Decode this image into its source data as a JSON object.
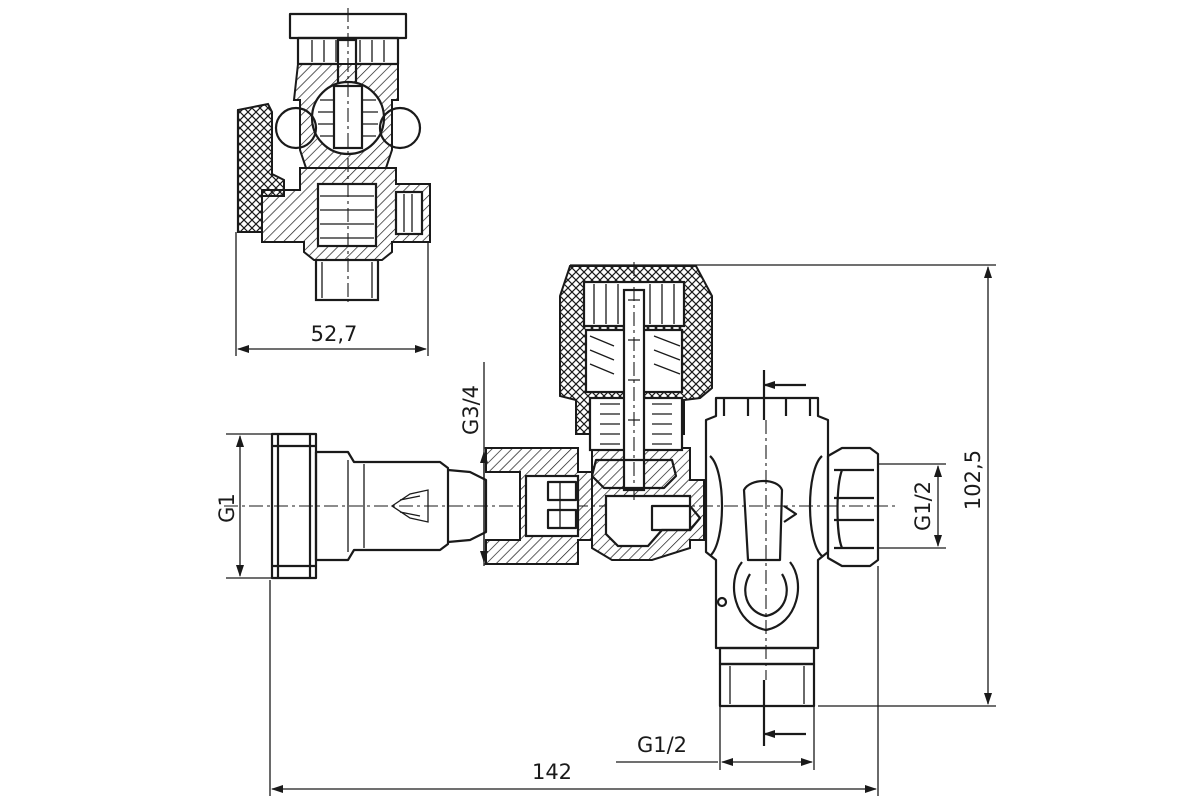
{
  "dimensions": {
    "top_view_width": "52,7",
    "overall_length": "142",
    "overall_height": "102,5",
    "thread_main_inlet": "G1",
    "thread_connection_top": "G3/4",
    "thread_side_outlet": "G1/2",
    "thread_bottom_outlet": "G1/2"
  }
}
